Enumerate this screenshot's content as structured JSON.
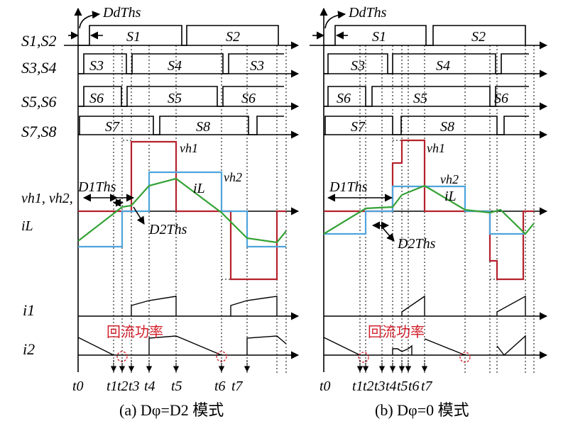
{
  "row_labels": {
    "s12": "S1,S2",
    "s34": "S3,S4",
    "s56": "S5,S6",
    "s78": "S7,S8",
    "v_line1": "vh1, vh2,",
    "v_line2": "iL",
    "i1": "i1",
    "i2": "i2"
  },
  "panel_a": {
    "caption": "(a) Dφ=D2 模式",
    "dd_label": "DdThs",
    "d1_label": "D1Ths",
    "d2_label": "D2Ths",
    "vh1_label": "vh1",
    "vh2_label": "vh2",
    "il_label": "iL",
    "circ_label": "回流功率",
    "pulse_labels": [
      "S1",
      "S2",
      "S3",
      "S4",
      "S3",
      "S6",
      "S5",
      "S6",
      "S7",
      "S8"
    ],
    "time_labels": [
      "t0",
      "t1",
      "t2",
      "t3",
      "t4",
      "t5",
      "t6",
      "t7"
    ]
  },
  "panel_b": {
    "caption": "(b) Dφ=0 模式",
    "dd_label": "DdThs",
    "d1_label": "D1Ths",
    "d2_label": "D2Ths",
    "vh1_label": "vh1",
    "vh2_label": "vh2",
    "il_label": "iL",
    "circ_label": "回流功率",
    "pulse_labels": [
      "S1",
      "S2",
      "S3",
      "S4",
      "S6",
      "S5",
      "S6",
      "S7",
      "S8"
    ],
    "time_labels": [
      "t0",
      "t1",
      "t2",
      "t3",
      "t4",
      "t5",
      "t6",
      "t7"
    ]
  },
  "colors": {
    "vh1": "#b5222c",
    "vh2": "#4ea4dc",
    "iL": "#35a236",
    "annotation": "#d11f2a"
  }
}
